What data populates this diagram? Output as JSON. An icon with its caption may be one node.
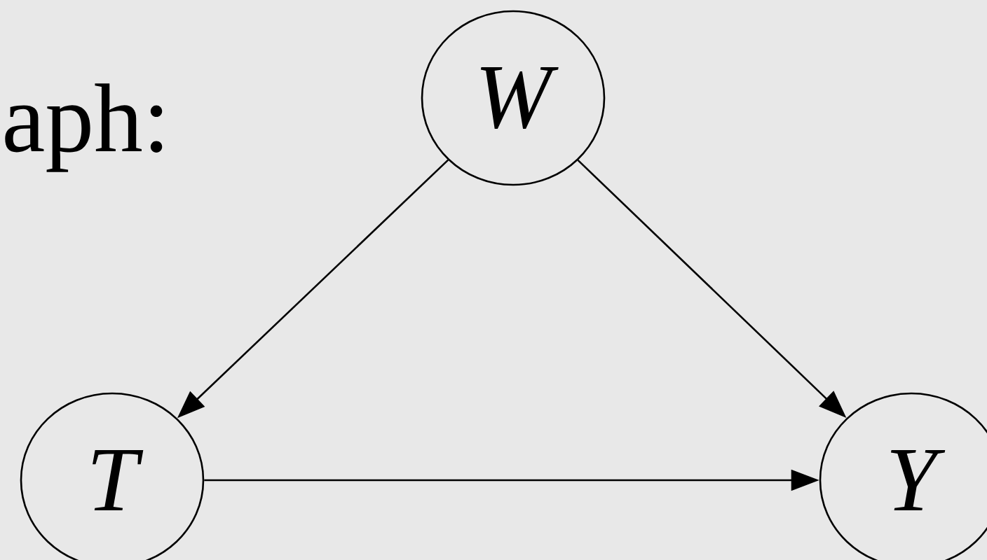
{
  "diagram": {
    "nodes": [
      {
        "text": [
          "W"
        ]
      },
      {
        "text": [
          "T"
        ]
      },
      {
        "text": [
          "Y"
        ]
      }
    ],
    "edges": [
      {
        "from": 0,
        "to": 1,
        "arrow": "to"
      },
      {
        "from": 0,
        "to": 2,
        "arrow": "to"
      },
      {
        "from": 1,
        "to": 2,
        "arrow": "to"
      }
    ],
    "labels": [
      "aph:"
    ]
  }
}
